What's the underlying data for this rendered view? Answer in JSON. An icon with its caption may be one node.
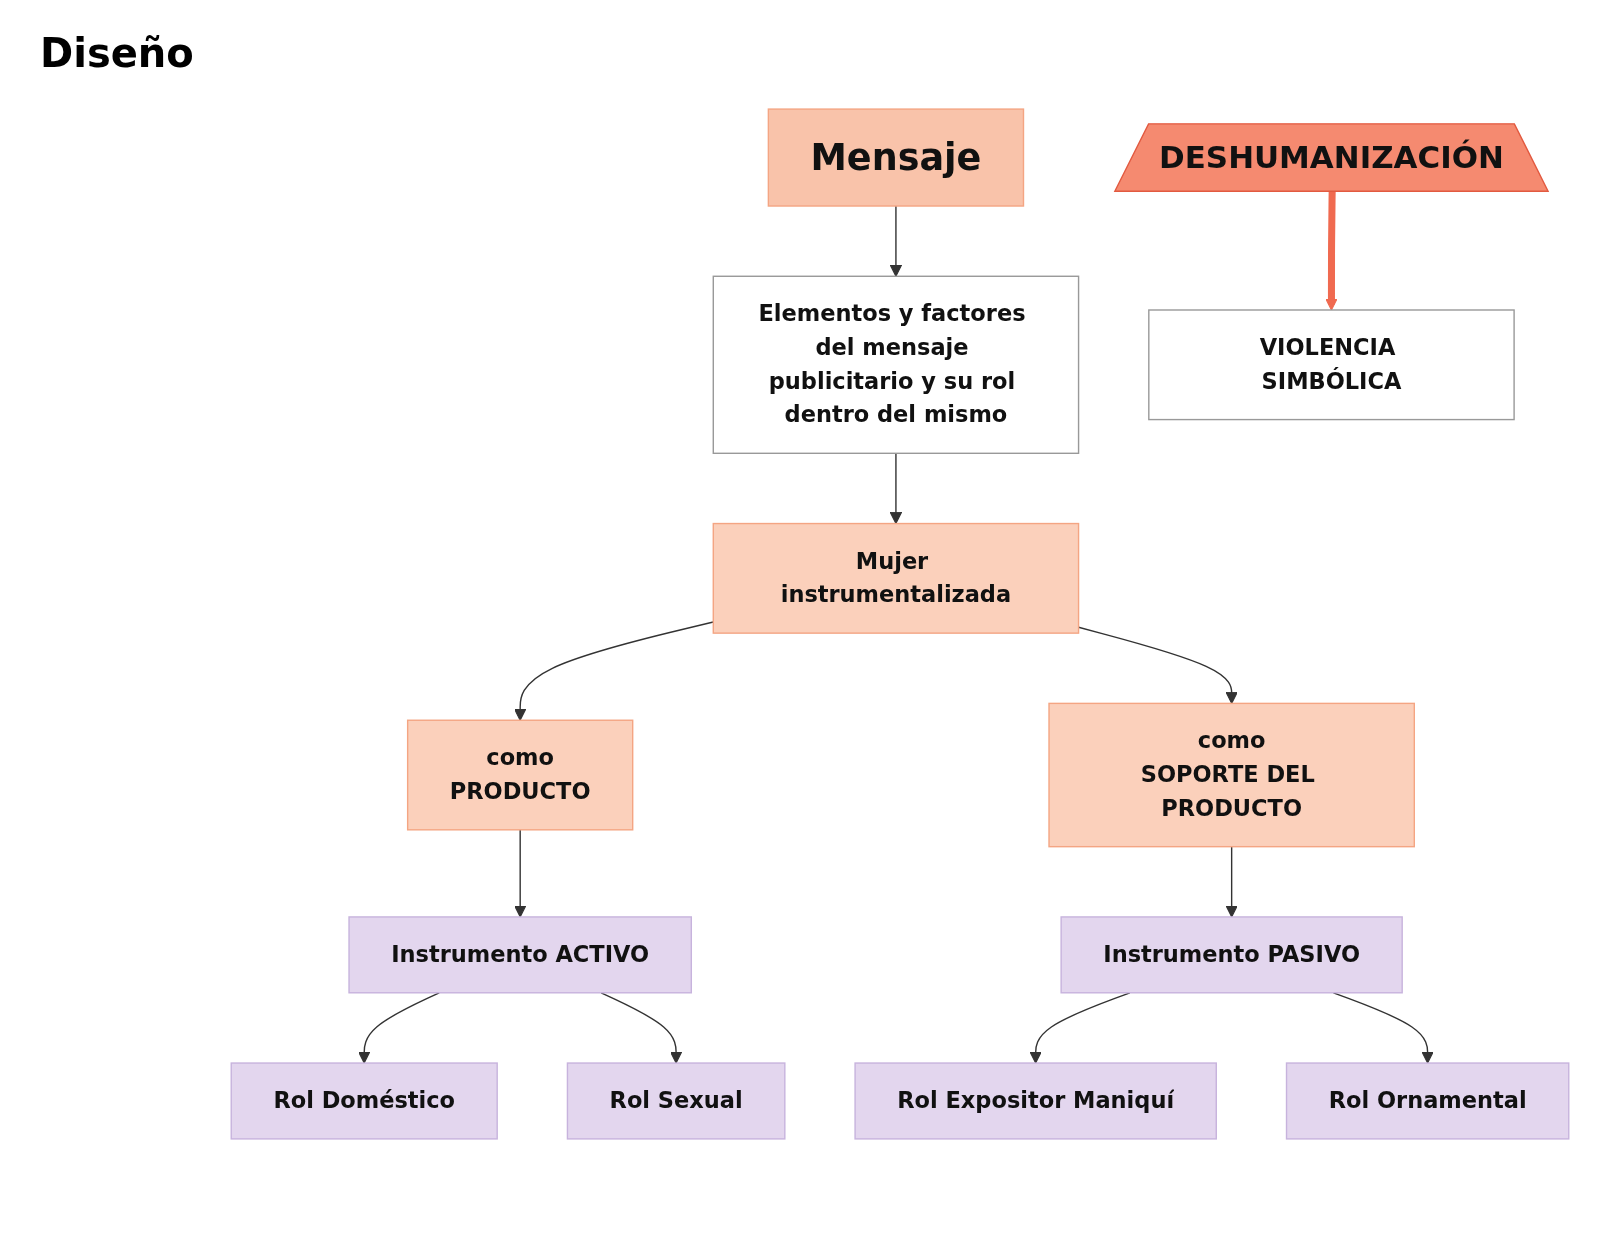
{
  "diagram": {
    "nodes": [
      {
        "text": [
          "Mensaje"
        ]
      },
      {
        "text": [
          "Elementos y factores del mensaje publicitario y su rol dentro del mismo"
        ]
      },
      {
        "text": [
          "Mujer instrumentalizada"
        ]
      },
      {
        "text": [
          "como",
          "PRODUCTO"
        ]
      },
      {
        "text": [
          "como",
          "SOPORTE DEL PRODUCTO"
        ]
      },
      {
        "text": [
          "Instrumento ACTIVO"
        ]
      },
      {
        "text": [
          "Instrumento PASIVO"
        ]
      },
      {
        "text": [
          "Rol Doméstico"
        ]
      },
      {
        "text": [
          "Rol Sexual"
        ]
      },
      {
        "text": [
          "Rol Expositor Maniquí"
        ]
      },
      {
        "text": [
          "Rol Ornamental"
        ]
      },
      {
        "text": [
          "DESHUMANIZACIÓN"
        ]
      },
      {
        "text": [
          "VIOLENCIA SIMBÓLICA"
        ]
      }
    ],
    "edges": [
      {
        "from": 0,
        "to": 1,
        "arrow": "to"
      },
      {
        "from": 1,
        "to": 2,
        "arrow": "to"
      },
      {
        "from": 2,
        "to": 3,
        "arrow": "to"
      },
      {
        "from": 2,
        "to": 4,
        "arrow": "to"
      },
      {
        "from": 3,
        "to": 5,
        "arrow": "to"
      },
      {
        "from": 4,
        "to": 6,
        "arrow": "to"
      },
      {
        "from": 5,
        "to": 7,
        "arrow": "to"
      },
      {
        "from": 5,
        "to": 8,
        "arrow": "to"
      },
      {
        "from": 6,
        "to": 9,
        "arrow": "to"
      },
      {
        "from": 6,
        "to": 10,
        "arrow": "to"
      },
      {
        "from": 11,
        "to": 12,
        "arrow": "to",
        "style": "thick",
        "color": "#f06a50"
      }
    ],
    "labels": [
      "Diseño"
    ]
  }
}
